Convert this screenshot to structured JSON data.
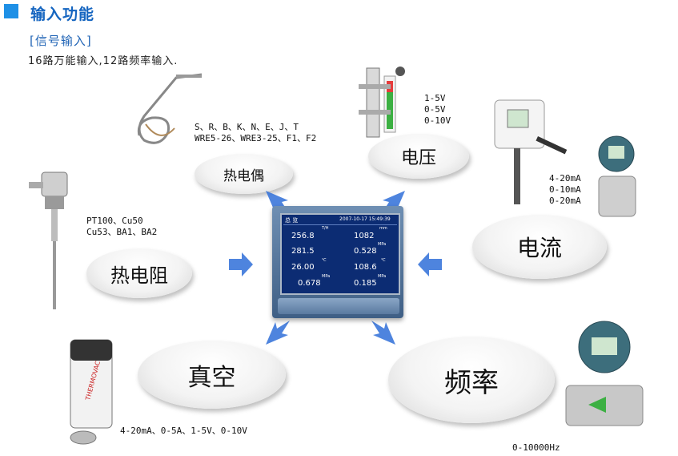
{
  "header": {
    "title": "输入功能"
  },
  "section": {
    "subtitle": "[信号输入]",
    "description": "16路万能输入,12路频率输入."
  },
  "inputs": {
    "thermocouple": {
      "label": "热电偶",
      "specs": "S、R、B、K、N、E、J、T\nWRE5-26、WRE3-25、F1、F2"
    },
    "voltage": {
      "label": "电压",
      "specs": "1-5V\n0-5V\n0-10V"
    },
    "rtd": {
      "label": "热电阻",
      "specs": "PT100、Cu50\nCu53、BA1、BA2"
    },
    "current": {
      "label": "电流",
      "specs": "4-20mA\n0-10mA\n0-20mA"
    },
    "vacuum": {
      "label": "真空",
      "specs": "4-20mA、0-5A、1-5V、0-10V"
    },
    "frequency": {
      "label": "频率",
      "specs": "0-10000Hz"
    }
  },
  "recorder": {
    "timestamp": "2007-10-17 15:49:39",
    "cells": [
      "256.8",
      "1082",
      "281.5",
      "0.528",
      "26.00",
      "108.6",
      "0.678",
      "0.185"
    ],
    "units": [
      "T/H",
      "mm",
      "",
      "MPa",
      "℃",
      "℃",
      "MPa",
      "MPa"
    ]
  },
  "colors": {
    "accent": "#1e90e6",
    "title": "#1565c0",
    "arrow": "#2f6fd8",
    "screen": "#0c2c73"
  },
  "icons": [
    "square-bullet-icon",
    "arrow-icon",
    "thermocouple-probe-icon",
    "level-gauge-icon",
    "rtd-sensor-icon",
    "current-transmitter-icon",
    "pressure-transmitter-icon",
    "vacuum-gauge-icon",
    "flow-meter-icon",
    "recorder-device-icon"
  ]
}
